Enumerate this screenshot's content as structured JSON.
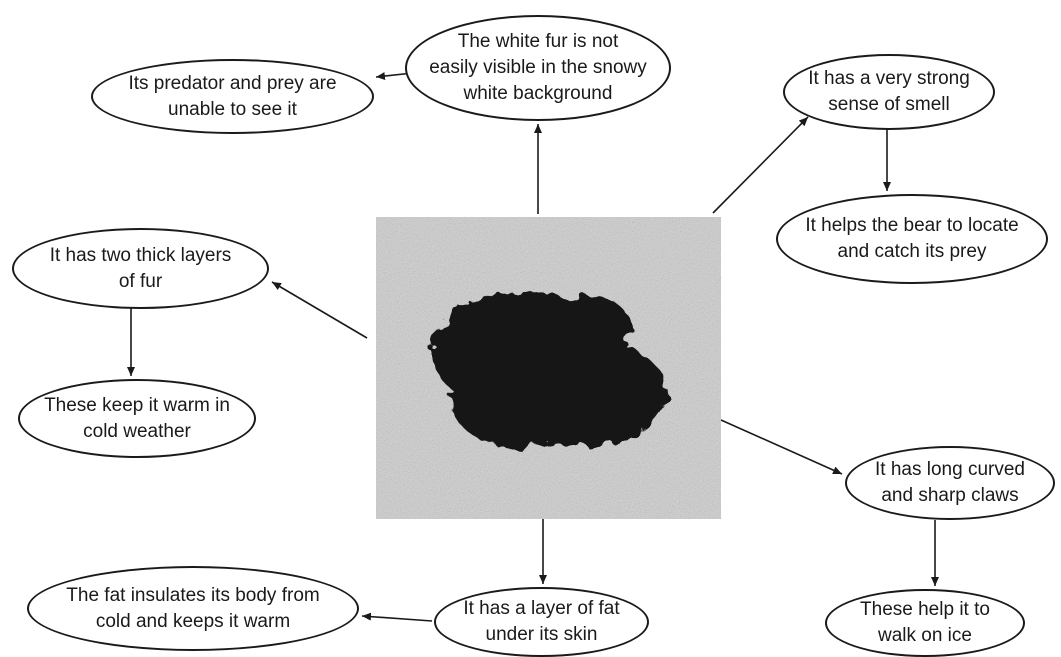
{
  "diagram": {
    "nodes": [
      {
        "id": "predator",
        "text": "Its predator and prey are\nunable to see it"
      },
      {
        "id": "white_fur",
        "text": "The white fur is not\neasily visible in the snowy\nwhite background"
      },
      {
        "id": "smell",
        "text": "It has a very strong\nsense of smell"
      },
      {
        "id": "locate",
        "text": "It helps the bear to locate\nand catch its prey"
      },
      {
        "id": "two_layers",
        "text": "It has two thick layers\nof fur"
      },
      {
        "id": "warm",
        "text": "These keep it warm in\ncold weather"
      },
      {
        "id": "claws",
        "text": "It has long curved\nand sharp claws"
      },
      {
        "id": "walk_ice",
        "text": "These help it to\nwalk on ice"
      },
      {
        "id": "fat_layer",
        "text": "It has a layer of fat\nunder its skin"
      },
      {
        "id": "fat_insulates",
        "text": "The fat insulates its body from\ncold and keeps it warm"
      }
    ],
    "edges": [
      {
        "from": "photo",
        "to": "white_fur"
      },
      {
        "from": "white_fur",
        "to": "predator"
      },
      {
        "from": "photo",
        "to": "smell"
      },
      {
        "from": "smell",
        "to": "locate"
      },
      {
        "from": "photo",
        "to": "two_layers"
      },
      {
        "from": "two_layers",
        "to": "warm"
      },
      {
        "from": "photo",
        "to": "claws"
      },
      {
        "from": "claws",
        "to": "walk_ice"
      },
      {
        "from": "photo",
        "to": "fat_layer"
      },
      {
        "from": "fat_layer",
        "to": "fat_insulates"
      }
    ]
  },
  "colors": {
    "ink": "#1a1a1a",
    "paper": "#ffffff",
    "photo_bg": "#cfcfcf",
    "photo_blob": "#151515"
  }
}
